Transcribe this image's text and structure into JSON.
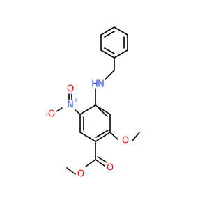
{
  "molecule": {
    "atoms": {
      "amine_n": {
        "label": "N",
        "color": "#3050F8"
      },
      "amine_h": {
        "label": "H",
        "color": "#3050F8"
      },
      "nitro_n": {
        "label": "N",
        "color": "#3050F8"
      },
      "nitro_n_charge": {
        "label": "+",
        "color": "#3050F8"
      },
      "nitro_o_top": {
        "label": "O",
        "color": "#FF0D0D"
      },
      "nitro_o_minus": {
        "label": "O",
        "color": "#FF0D0D"
      },
      "nitro_o_charge": {
        "label": "-",
        "color": "#FF0D0D"
      },
      "methoxy_o": {
        "label": "O",
        "color": "#FF0D0D"
      },
      "ester_carbonyl_o": {
        "label": "O",
        "color": "#FF0D0D"
      },
      "ester_o": {
        "label": "O",
        "color": "#FF0D0D"
      }
    },
    "bond_color": "#000000"
  }
}
